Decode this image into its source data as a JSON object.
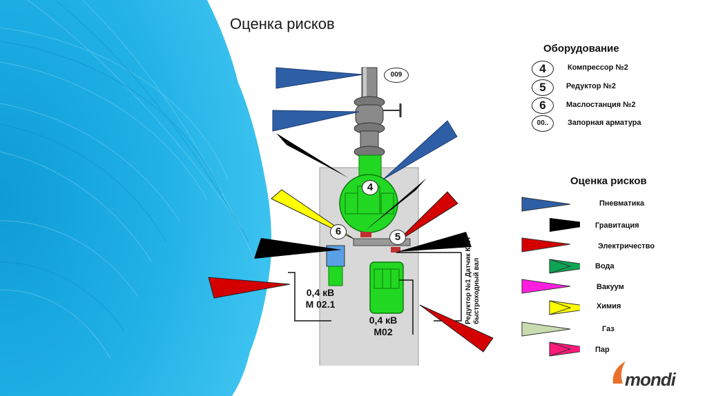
{
  "slide": {
    "title": "Оценка рисков",
    "logo_text": "mondi"
  },
  "equipment": {
    "title": "Оборудование",
    "items": [
      {
        "num": "4",
        "label": "Компрессор №2"
      },
      {
        "num": "5",
        "label": "Редуктор №2"
      },
      {
        "num": "6",
        "label": "Маслостанция  №2"
      },
      {
        "num": "00..",
        "label": "Запорная арматура"
      }
    ]
  },
  "risks": {
    "title": "Оценка рисков",
    "items": [
      {
        "label": "Пневматика",
        "color": "#2e5fa6"
      },
      {
        "label": "Гравитация",
        "color": "#000000"
      },
      {
        "label": "Электричество",
        "color": "#d40000"
      },
      {
        "label": "Вода",
        "color": "#0aa654"
      },
      {
        "label": "Вакуум",
        "color": "#ff1ee0"
      },
      {
        "label": "Химия",
        "color": "#ffff00"
      },
      {
        "label": "Газ",
        "color": "#c8dcb0"
      },
      {
        "label": "Пар",
        "color": "#ff1a7a"
      }
    ]
  },
  "diagram": {
    "valve_tag": "009",
    "comp_tag": "4",
    "oil_tag": "6",
    "reducer_tag": "5",
    "motor1_line1": "0,4 кВ",
    "motor1_line2": "М 02.1",
    "motor2_line1": "0,4 кВ",
    "motor2_line2": "М02",
    "sensor_line1": "Редуктор №1 Датчик КИП",
    "sensor_line2": "быстроходный вал"
  }
}
